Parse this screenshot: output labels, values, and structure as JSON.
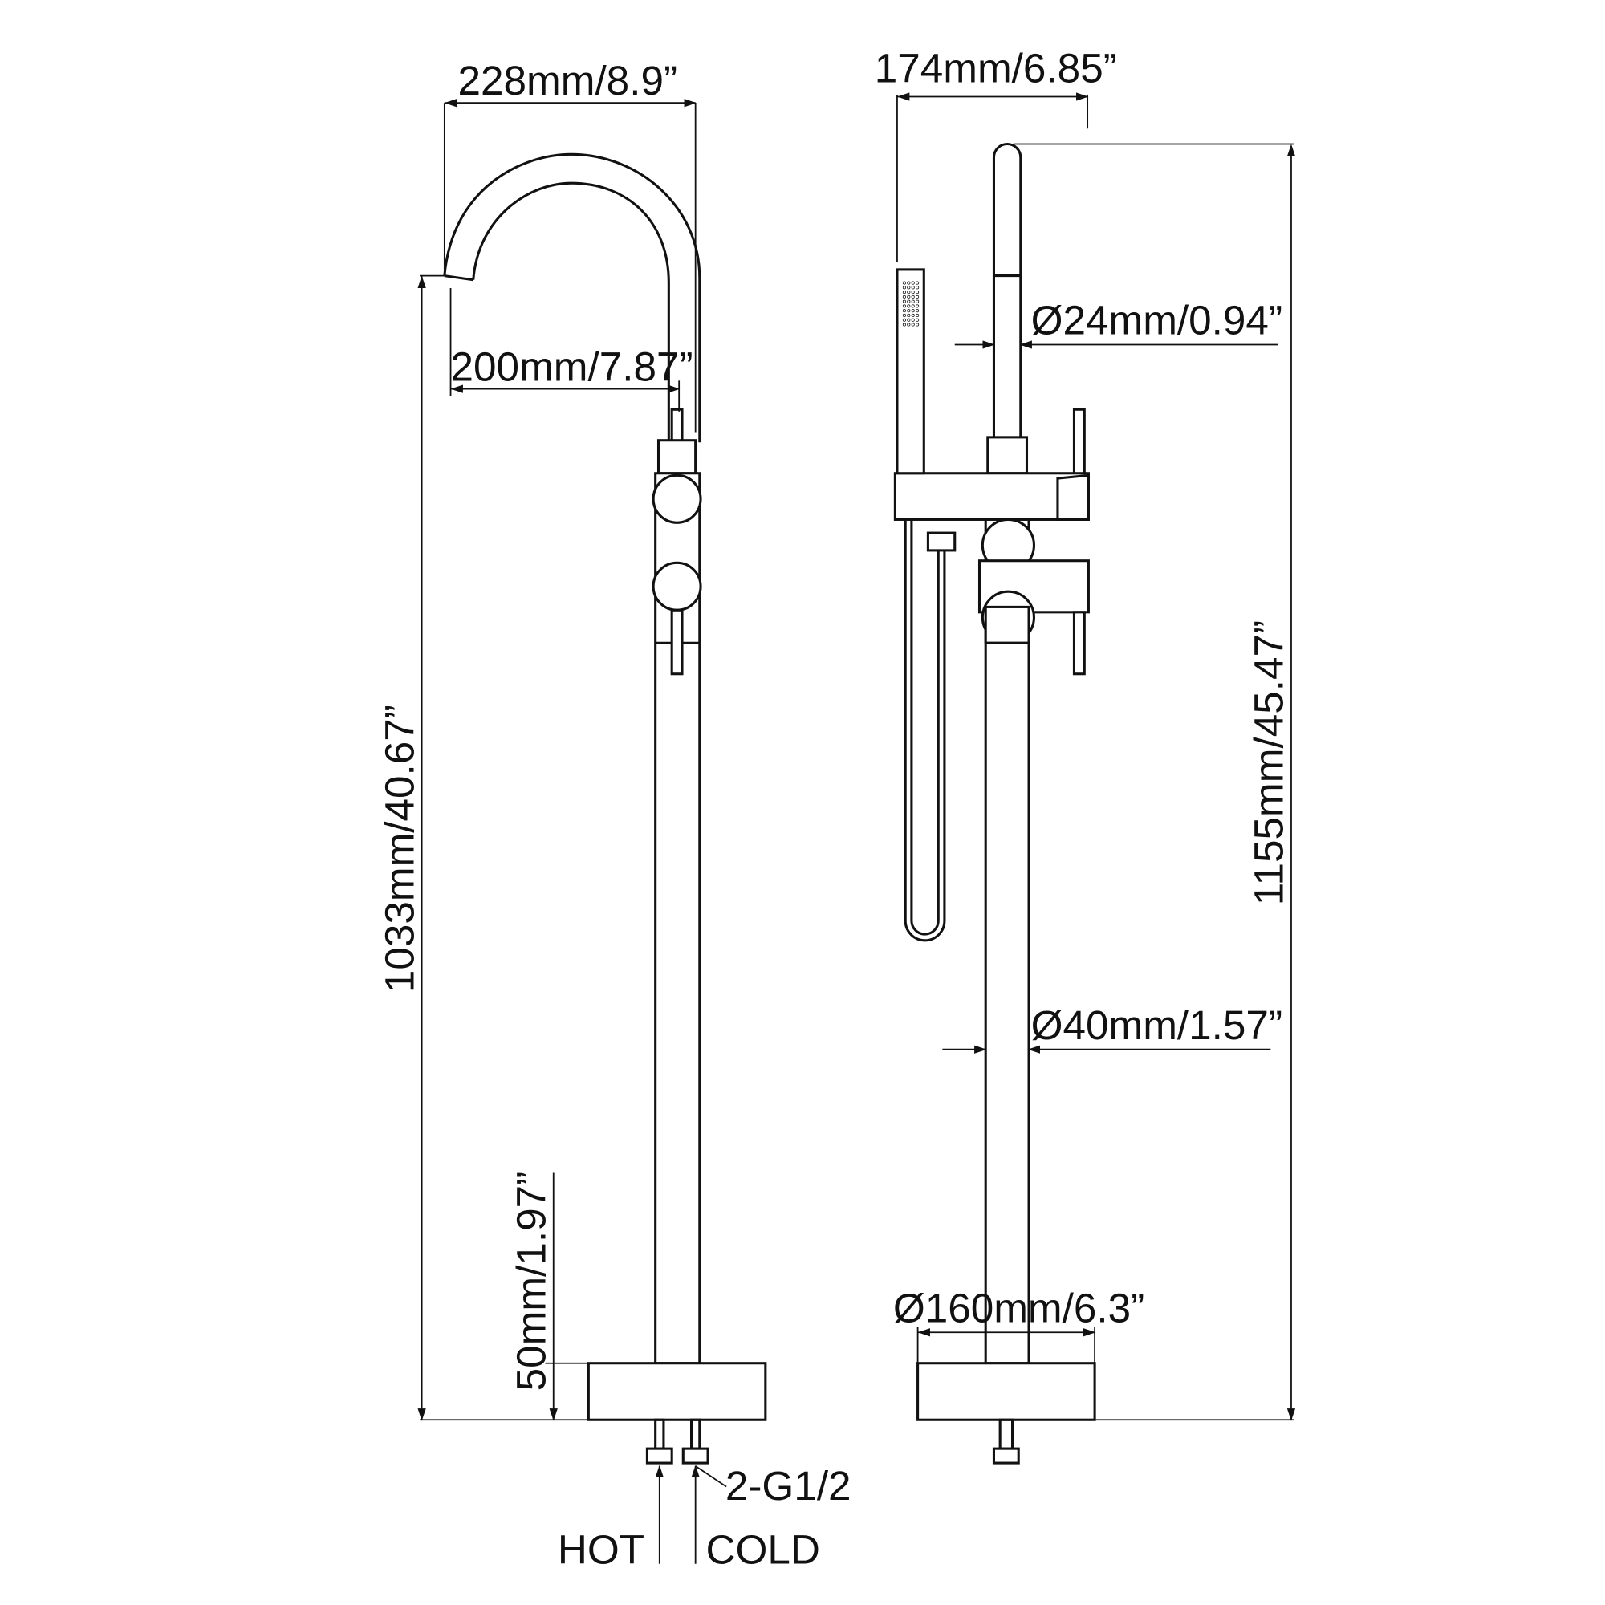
{
  "colors": {
    "line": "#111111",
    "background": "#ffffff"
  },
  "left_view": {
    "spout_width": "228mm/8.9”",
    "spout_reach": "200mm/7.87”",
    "spout_height": "1033mm/40.67”",
    "base_height": "50mm/1.97”",
    "inlet_label": "2-G1/2",
    "hot_label": "HOT",
    "cold_label": "COLD"
  },
  "right_view": {
    "handshower_offset": "174mm/6.85”",
    "holder_diameter": "Ø24mm/0.94”",
    "total_height": "1155mm/45.47”",
    "pipe_diameter": "Ø40mm/1.57”",
    "base_diameter": "Ø160mm/6.3”"
  }
}
